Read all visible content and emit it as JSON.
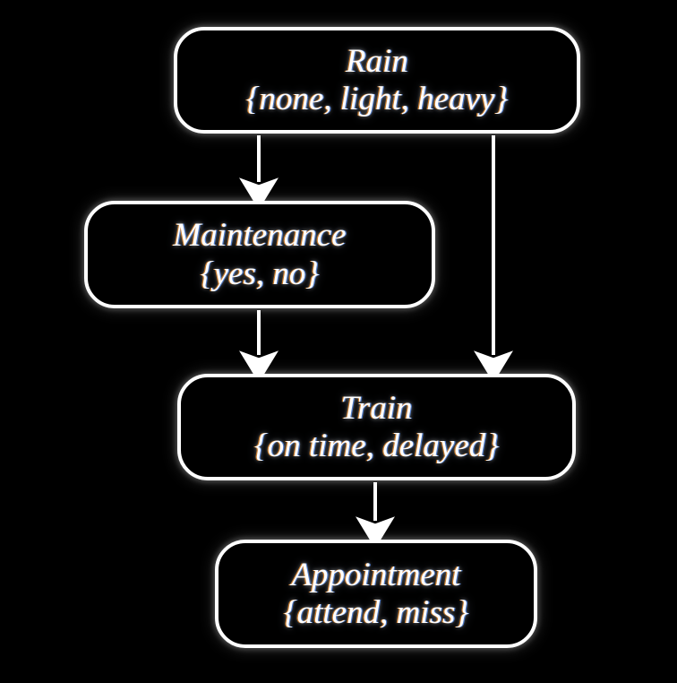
{
  "diagram": {
    "type": "bayesian-network",
    "background_color": "#000000",
    "node_border_color": "#ffffff",
    "text_color": "#ffffff",
    "edge_color": "#ffffff",
    "nodes": [
      {
        "id": "rain",
        "name": "Rain",
        "states_label": "{none, light, heavy}",
        "states": [
          "none",
          "light",
          "heavy"
        ]
      },
      {
        "id": "maintenance",
        "name": "Maintenance",
        "states_label": "{yes, no}",
        "states": [
          "yes",
          "no"
        ]
      },
      {
        "id": "train",
        "name": "Train",
        "states_label": "{on time, delayed}",
        "states": [
          "on time",
          "delayed"
        ]
      },
      {
        "id": "appointment",
        "name": "Appointment",
        "states_label": "{attend, miss}",
        "states": [
          "attend",
          "miss"
        ]
      }
    ],
    "edges": [
      {
        "id": "rain-to-maintenance",
        "from": "Rain",
        "to": "Maintenance",
        "arrow": "arrow-down-icon"
      },
      {
        "id": "rain-to-train",
        "from": "Rain",
        "to": "Train",
        "arrow": "arrow-down-icon"
      },
      {
        "id": "maintenance-to-train",
        "from": "Maintenance",
        "to": "Train",
        "arrow": "arrow-down-icon"
      },
      {
        "id": "train-to-appointment",
        "from": "Train",
        "to": "Appointment",
        "arrow": "arrow-down-icon"
      }
    ]
  }
}
